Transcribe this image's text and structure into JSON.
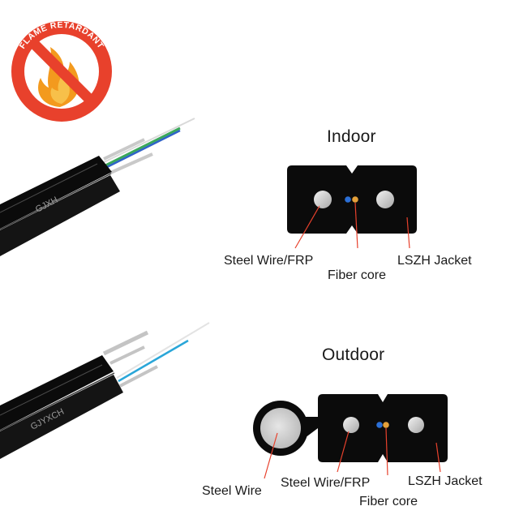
{
  "badge": {
    "text": "FLAME RETARDANT",
    "ring_color": "#e8412c",
    "flame_colors": [
      "#f39a1e",
      "#f7c04a"
    ]
  },
  "indoor": {
    "title": "Indoor",
    "cable_print": "GJXH",
    "labels": {
      "steel_wire": "Steel Wire/FRP",
      "fiber_core": "Fiber core",
      "jacket": "LSZH Jacket"
    }
  },
  "outdoor": {
    "title": "Outdoor",
    "cable_print": "GJYXCH",
    "labels": {
      "messenger": "Steel Wire",
      "steel_wire": "Steel Wire/FRP",
      "fiber_core": "Fiber core",
      "jacket": "LSZH Jacket"
    }
  },
  "colors": {
    "jacket": "#0b0b0b",
    "leader_line": "#e8412c",
    "fiber_blue": "#2b6fd6",
    "fiber_orange": "#e4a03a",
    "indoor_fiber_green": "#3aa85a",
    "indoor_fiber_blue": "#2f63c8",
    "outdoor_fiber_blue": "#2aa6d8"
  }
}
